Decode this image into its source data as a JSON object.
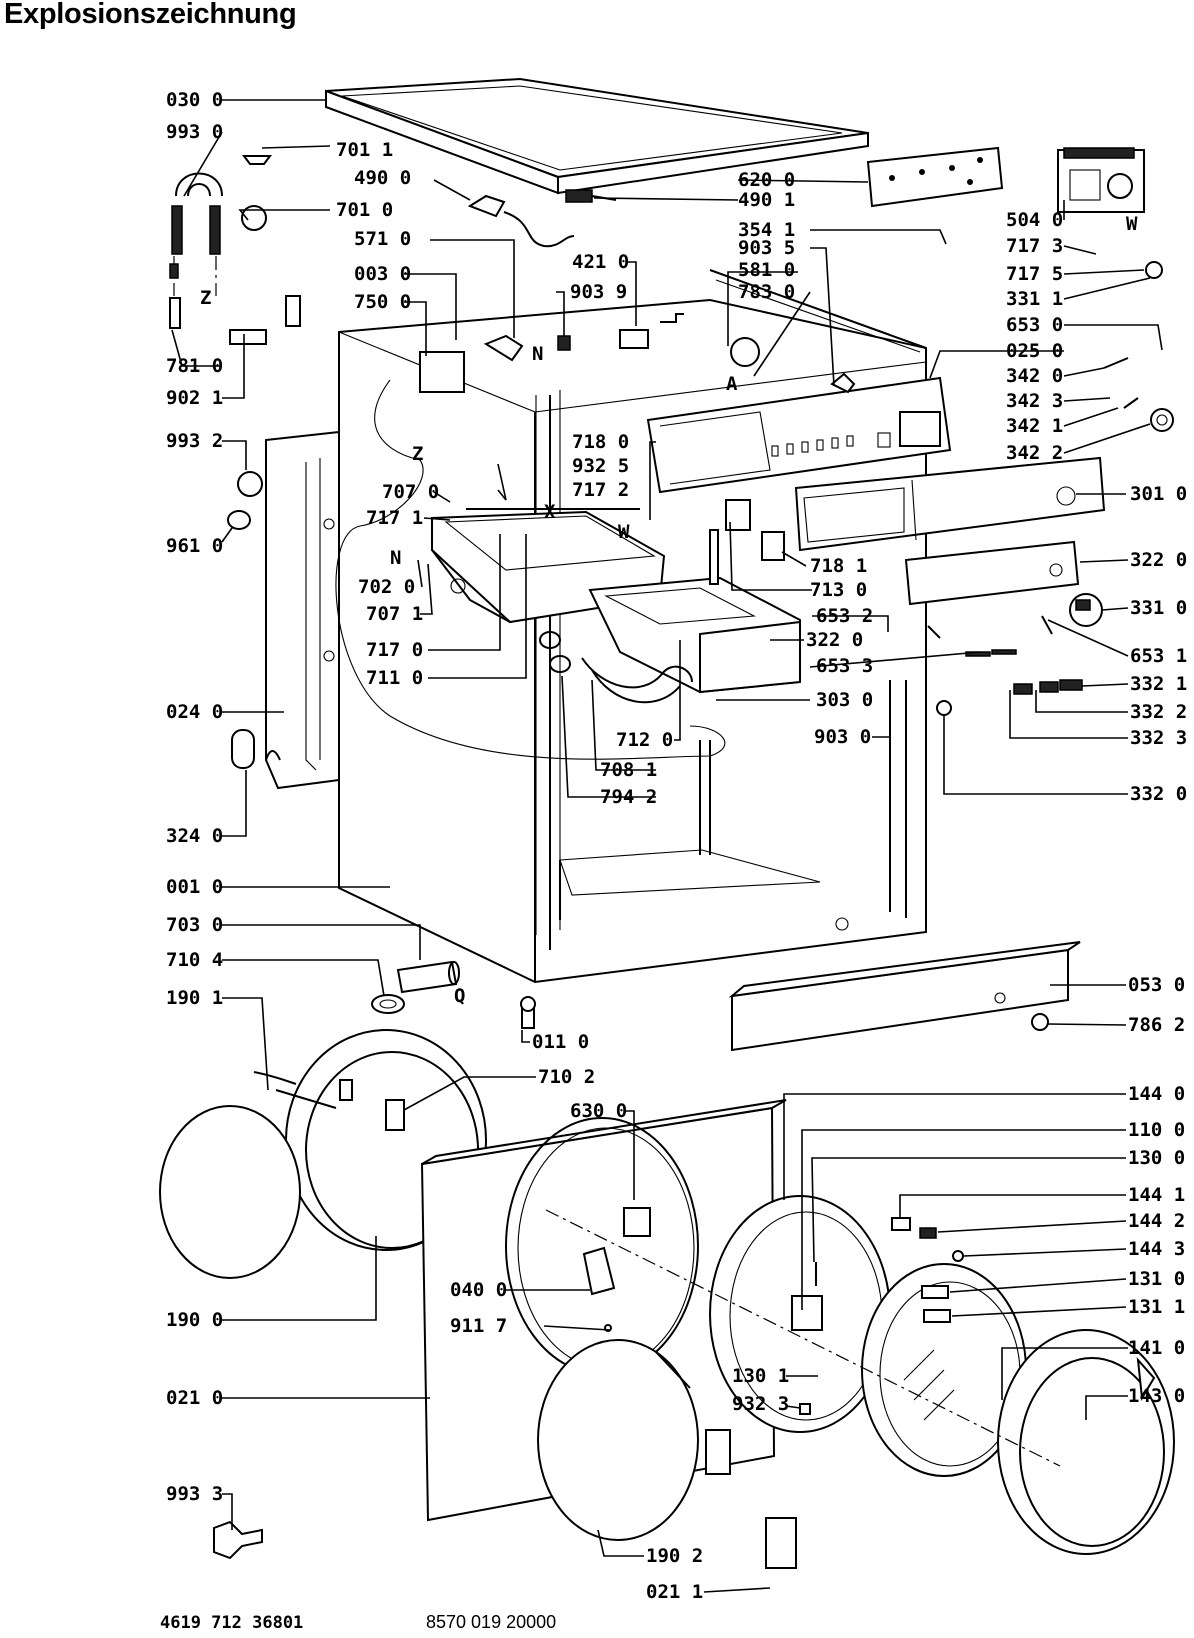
{
  "title": "Explosionszeichnung",
  "footer": {
    "left": "4619 712 36801",
    "right": "8570 019 20000"
  },
  "callouts": [
    {
      "id": "030",
      "text": "030 0"
    },
    {
      "id": "993a",
      "text": "993 0"
    },
    {
      "id": "701a",
      "text": "701 1"
    },
    {
      "id": "490a",
      "text": "490 0"
    },
    {
      "id": "701b",
      "text": "701 0"
    },
    {
      "id": "571",
      "text": "571 0"
    },
    {
      "id": "003",
      "text": "003 0"
    },
    {
      "id": "750",
      "text": "750 0"
    },
    {
      "id": "781",
      "text": "781 0"
    },
    {
      "id": "902",
      "text": "902 1"
    },
    {
      "id": "993b",
      "text": "993 2"
    },
    {
      "id": "707a",
      "text": "707 0"
    },
    {
      "id": "717a",
      "text": "717 1"
    },
    {
      "id": "961",
      "text": "961 0"
    },
    {
      "id": "702",
      "text": "702 0"
    },
    {
      "id": "707b",
      "text": "707 1"
    },
    {
      "id": "717b",
      "text": "717 0"
    },
    {
      "id": "711",
      "text": "711 0"
    },
    {
      "id": "024",
      "text": "024 0"
    },
    {
      "id": "324",
      "text": "324 0"
    },
    {
      "id": "001",
      "text": "001 0"
    },
    {
      "id": "703",
      "text": "703 0"
    },
    {
      "id": "710a",
      "text": "710 4"
    },
    {
      "id": "190a",
      "text": "190 1"
    },
    {
      "id": "190b",
      "text": "190 0"
    },
    {
      "id": "021a",
      "text": "021 0"
    },
    {
      "id": "993c",
      "text": "993 3"
    },
    {
      "id": "421",
      "text": "421 0"
    },
    {
      "id": "903a",
      "text": "903 9"
    },
    {
      "id": "620",
      "text": "620 0"
    },
    {
      "id": "490b",
      "text": "490 1"
    },
    {
      "id": "354",
      "text": "354 1"
    },
    {
      "id": "903b",
      "text": "903 5"
    },
    {
      "id": "581",
      "text": "581 0"
    },
    {
      "id": "783",
      "text": "783 0"
    },
    {
      "id": "718a",
      "text": "718 0"
    },
    {
      "id": "932a",
      "text": "932 5"
    },
    {
      "id": "717c",
      "text": "717 2"
    },
    {
      "id": "718b",
      "text": "718 1"
    },
    {
      "id": "713",
      "text": "713 0"
    },
    {
      "id": "653a",
      "text": "653 2"
    },
    {
      "id": "322a",
      "text": "322 0"
    },
    {
      "id": "653b",
      "text": "653 3"
    },
    {
      "id": "303",
      "text": "303 0"
    },
    {
      "id": "712",
      "text": "712 0"
    },
    {
      "id": "708",
      "text": "708 1"
    },
    {
      "id": "794",
      "text": "794 2"
    },
    {
      "id": "903c",
      "text": "903 0"
    },
    {
      "id": "011",
      "text": "011 0"
    },
    {
      "id": "710b",
      "text": "710 2"
    },
    {
      "id": "630",
      "text": "630 0"
    },
    {
      "id": "040",
      "text": "040 0"
    },
    {
      "id": "911",
      "text": "911 7"
    },
    {
      "id": "130b",
      "text": "130 1"
    },
    {
      "id": "932b",
      "text": "932 3"
    },
    {
      "id": "190c",
      "text": "190 2"
    },
    {
      "id": "021b",
      "text": "021 1"
    },
    {
      "id": "504",
      "text": "504 0"
    },
    {
      "id": "717d",
      "text": "717 3"
    },
    {
      "id": "717e",
      "text": "717 5"
    },
    {
      "id": "331a",
      "text": "331 1"
    },
    {
      "id": "653c",
      "text": "653 0"
    },
    {
      "id": "025",
      "text": "025 0"
    },
    {
      "id": "342a",
      "text": "342 0"
    },
    {
      "id": "342b",
      "text": "342 3"
    },
    {
      "id": "342c",
      "text": "342 1"
    },
    {
      "id": "342d",
      "text": "342 2"
    },
    {
      "id": "301",
      "text": "301 0"
    },
    {
      "id": "322b",
      "text": "322 0"
    },
    {
      "id": "331b",
      "text": "331 0"
    },
    {
      "id": "653d",
      "text": "653 1"
    },
    {
      "id": "332a",
      "text": "332 1"
    },
    {
      "id": "332b",
      "text": "332 2"
    },
    {
      "id": "332c",
      "text": "332 3"
    },
    {
      "id": "332d",
      "text": "332 0"
    },
    {
      "id": "053",
      "text": "053 0"
    },
    {
      "id": "786",
      "text": "786 2"
    },
    {
      "id": "144a",
      "text": "144 0"
    },
    {
      "id": "110",
      "text": "110 0"
    },
    {
      "id": "130a",
      "text": "130 0"
    },
    {
      "id": "144b",
      "text": "144 1"
    },
    {
      "id": "144c",
      "text": "144 2"
    },
    {
      "id": "144d",
      "text": "144 3"
    },
    {
      "id": "131a",
      "text": "131 0"
    },
    {
      "id": "131b",
      "text": "131 1"
    },
    {
      "id": "141",
      "text": "141 0"
    },
    {
      "id": "143",
      "text": "143 0"
    }
  ],
  "markers": [
    {
      "id": "Z1",
      "text": "Z"
    },
    {
      "id": "Z2",
      "text": "Z"
    },
    {
      "id": "N1",
      "text": "N"
    },
    {
      "id": "N2",
      "text": "N"
    },
    {
      "id": "X",
      "text": "X"
    },
    {
      "id": "W1",
      "text": "W"
    },
    {
      "id": "W2",
      "text": "W"
    },
    {
      "id": "A",
      "text": "A"
    },
    {
      "id": "Q",
      "text": "Q"
    }
  ]
}
